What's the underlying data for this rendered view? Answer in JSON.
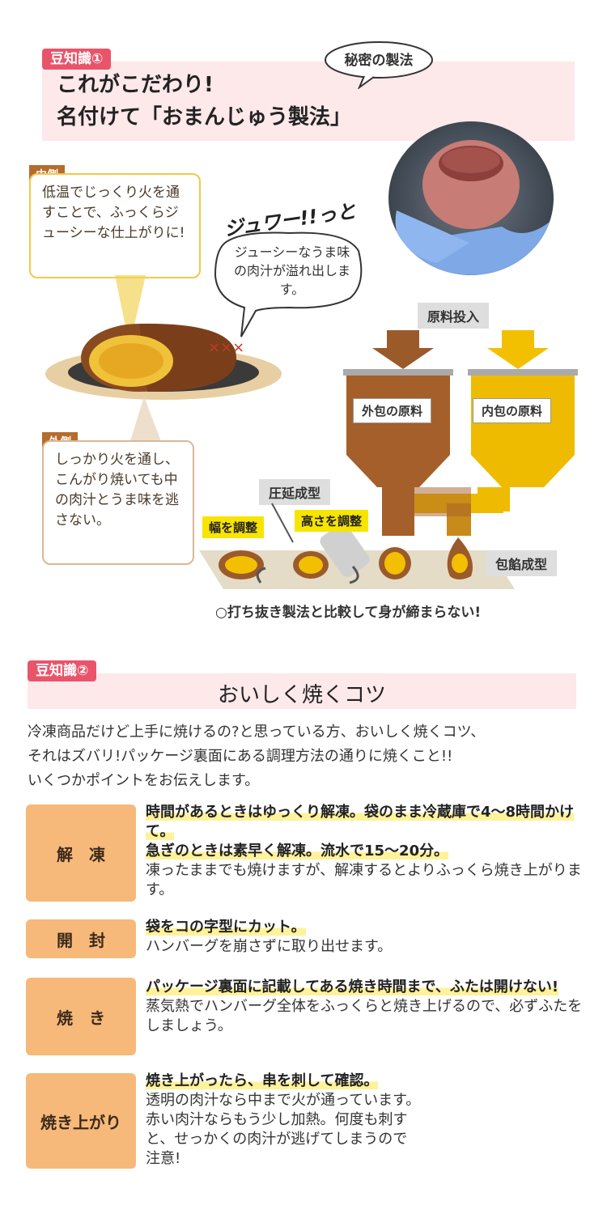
{
  "section1": {
    "tag": "豆知識①",
    "title_line1": "これがこだわり!",
    "title_line2": "名付けて「おまんじゅう製法」",
    "secret_bubble": "秘密の製法",
    "inner_tag": "内側",
    "inner_text": "低温でじっくり火を通すことで、ふっくらジューシーな仕上がりに!",
    "sizzle": "ジュワー!!っと",
    "juicy_bubble": "ジューシーなうま味の肉汁が溢れ出します。",
    "outer_tag": "外側",
    "outer_text": "しっかり火を通し、こんがり焼いても中の肉汁とうま味を逃さない。",
    "raw_input": "原料投入",
    "outer_material": "外包の原料",
    "inner_material": "内包の原料",
    "roll_forming": "圧延成型",
    "width_adjust": "幅を調整",
    "height_adjust": "高さを調整",
    "encrust_forming": "包餡成型",
    "footnote": "○打ち抜き製法と比較して身が締まらない!"
  },
  "section2": {
    "tag": "豆知識②",
    "title": "おいしく焼くコツ",
    "intro": [
      "冷凍商品だけど上手に焼けるの?と思っている方、おいしく焼くコツ、",
      "それはズバリ!パッケージ裏面にある調理方法の通りに焼くこと!!",
      "いくつかポイントをお伝えします。"
    ],
    "steps": [
      {
        "label": "解　凍",
        "highlight1": "時間があるときはゆっくり解凍。袋のまま冷蔵庫で4～8時間かけて。",
        "highlight2": "急ぎのときは素早く解凍。流水で15～20分。",
        "text": "凍ったままでも焼けますが、解凍するとよりふっくら焼き上がります。"
      },
      {
        "label": "開　封",
        "highlight1": "袋をコの字型にカット。",
        "text": "ハンバーグを崩さずに取り出せます。"
      },
      {
        "label": "焼　き",
        "highlight1": "パッケージ裏面に記載してある焼き時間まで、ふたは開けない!",
        "text": "蒸気熱でハンバーグ全体をふっくらと焼き上げるので、必ずふたをしましょう。"
      },
      {
        "label": "焼き上がり",
        "highlight1": "焼き上がったら、串を刺して確認。",
        "text": "透明の肉汁なら中まで火が通っています。赤い肉汁ならもう少し加熱。何度も刺すと、せっかくの肉汁が逃げてしまうので注意!"
      }
    ]
  },
  "colors": {
    "pink_tag": "#e9546b",
    "pink_band": "#fde8ea",
    "step_orange": "#f6b97a",
    "brown": "#b56c2c",
    "yellow": "#f2c000",
    "highlight": "#fff29a"
  }
}
